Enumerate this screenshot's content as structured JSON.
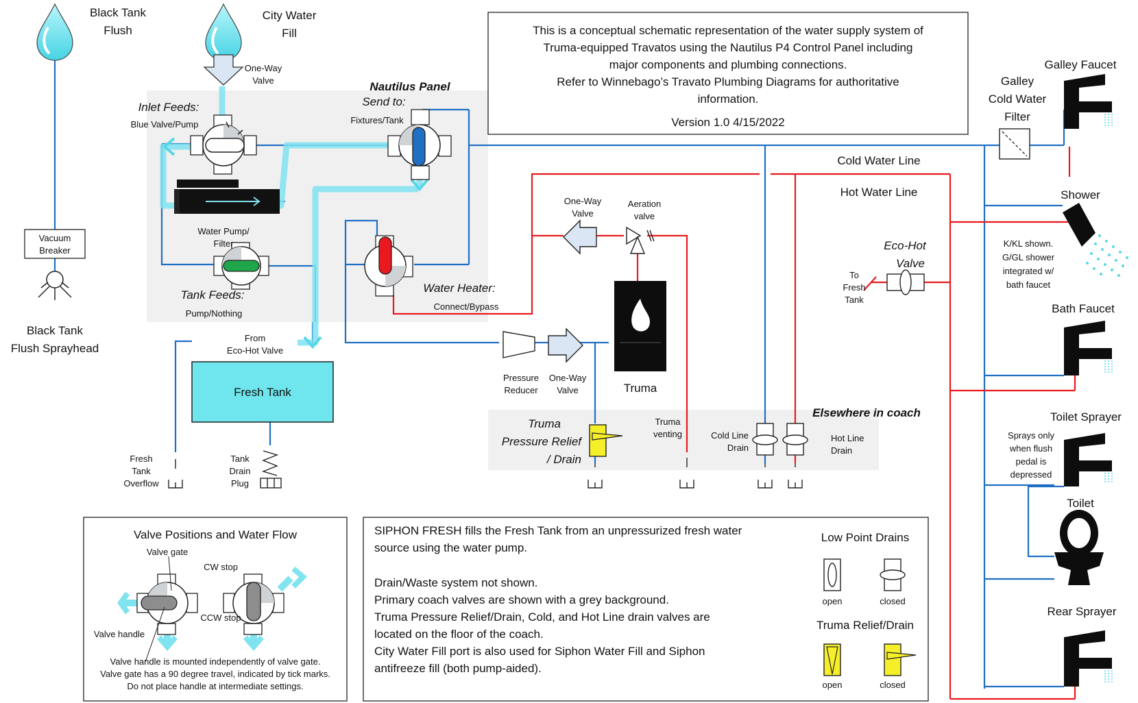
{
  "notes": {
    "l1": "This is a conceptual schematic representation of the water supply system of",
    "l2": "Truma-equipped Travatos using the Nautilus P4 Control Panel including",
    "l3": "major components and plumbing connections.",
    "l4": "Refer to Winnebago’s Travato Plumbing Diagrams for authoritative",
    "l5": "information.",
    "version": "Version 1.0 4/15/2022"
  },
  "labels": {
    "black_tank_flush_1": "Black Tank",
    "black_tank_flush_2": "Flush",
    "city_water_1": "City Water",
    "city_water_2": "Fill",
    "oneway_valve_1": "One-Way",
    "oneway_valve_2": "Valve",
    "inlet_feeds": "Inlet Feeds:",
    "blue_valve_pump": "Blue Valve/Pump",
    "nautilus_panel": "Nautilus Panel",
    "send_to": "Send to:",
    "fixtures_tank": "Fixtures/Tank",
    "vacuum_breaker_1": "Vacuum",
    "vacuum_breaker_2": "Breaker",
    "sprayhead_1": "Black Tank",
    "sprayhead_2": "Flush Sprayhead",
    "water_pump_1": "Water Pump/",
    "water_pump_2": "Filter",
    "tank_feeds": "Tank Feeds:",
    "pump_nothing": "Pump/Nothing",
    "water_heater": "Water Heater:",
    "connect_bypass": "Connect/Bypass",
    "from_ecohot_1": "From",
    "from_ecohot_2": "Eco-Hot Valve",
    "fresh_tank": "Fresh Tank",
    "fresh_overflow_1": "Fresh",
    "fresh_overflow_2": "Tank",
    "fresh_overflow_3": "Overflow",
    "tank_drain_1": "Tank",
    "tank_drain_2": "Drain",
    "tank_drain_3": "Plug",
    "oneway_valve2_1": "One-Way",
    "oneway_valve2_2": "Valve",
    "aeration_1": "Aeration",
    "aeration_2": "valve",
    "pressure_reducer_1": "Pressure",
    "pressure_reducer_2": "Reducer",
    "oneway_valve3_1": "One-Way",
    "oneway_valve3_2": "Valve",
    "truma": "Truma",
    "truma_relief_1": "Truma",
    "truma_relief_2": "Pressure Relief",
    "truma_relief_3": "/ Drain",
    "truma_venting_1": "Truma",
    "truma_venting_2": "venting",
    "cold_line_drain_1": "Cold Line",
    "cold_line_drain_2": "Drain",
    "hot_line_drain_1": "Hot Line",
    "hot_line_drain_2": "Drain",
    "elsewhere": "Elsewhere in coach",
    "cold_water_line": "Cold Water Line",
    "hot_water_line": "Hot Water Line",
    "eco_hot_1": "Eco-Hot",
    "eco_hot_2": "Valve",
    "to_fresh_1": "To",
    "to_fresh_2": "Fresh",
    "to_fresh_3": "Tank",
    "galley_filter_1": "Galley",
    "galley_filter_2": "Cold Water",
    "galley_filter_3": "Filter",
    "galley_faucet": "Galley Faucet",
    "shower": "Shower",
    "kkl_1": "K/KL shown.",
    "kkl_2": "G/GL shower",
    "kkl_3": "integrated w/",
    "kkl_4": "bath faucet",
    "bath_faucet": "Bath Faucet",
    "toilet_sprayer": "Toilet Sprayer",
    "sprays_1": "Sprays only",
    "sprays_2": "when flush",
    "sprays_3": "pedal is",
    "sprays_4": "depressed",
    "toilet": "Toilet",
    "rear_sprayer": "Rear Sprayer"
  },
  "legend_valves": {
    "title": "Valve Positions and Water Flow",
    "valve_gate": "Valve gate",
    "cw_stop": "CW stop",
    "ccw_stop": "CCW stop",
    "valve_handle": "Valve handle",
    "n1": "Valve handle is mounted independently of valve gate.",
    "n2": "Valve gate has a 90 degree travel, indicated by tick marks.",
    "n3": "Do not place handle at intermediate settings."
  },
  "legend_info": {
    "p1": "SIPHON FRESH fills the Fresh Tank from an unpressurized fresh water",
    "p2": "source using the water pump.",
    "p3": "Drain/Waste system not shown.",
    "p4": "Primary coach valves are shown with a grey background.",
    "p5": "Truma Pressure Relief/Drain, Cold, and Hot Line drain valves are",
    "p6": "located on the floor of the coach.",
    "p7": "City Water Fill port is also used for Siphon Water Fill and Siphon",
    "p8": "antifreeze fill (both pump-aided).",
    "low_point": "Low Point Drains",
    "open": "open",
    "closed": "closed",
    "truma_relief": "Truma Relief/Drain",
    "open2": "open",
    "closed2": "closed"
  },
  "colors": {
    "cold": "#1f6fc4",
    "hot": "#e8191f",
    "flow": "#7fe3f0",
    "panel_bg": "#f0f0f0",
    "tank": "#6fe6ee"
  }
}
